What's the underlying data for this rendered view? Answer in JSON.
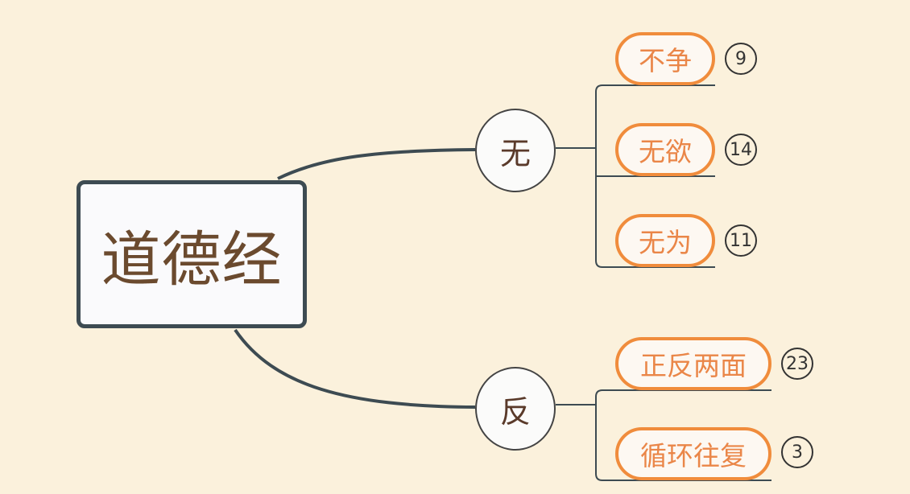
{
  "root": {
    "label": "道德经"
  },
  "branches": [
    {
      "label": "无",
      "children": [
        {
          "label": "不争",
          "badge": "9"
        },
        {
          "label": "无欲",
          "badge": "14"
        },
        {
          "label": "无为",
          "badge": "11"
        }
      ]
    },
    {
      "label": "反",
      "children": [
        {
          "label": "正反两面",
          "badge": "23"
        },
        {
          "label": "循环往复",
          "badge": "3"
        }
      ]
    }
  ],
  "colors": {
    "background": "#fbf1dc",
    "connector": "#3d4b52",
    "leaf_border": "#f08c3c",
    "leaf_text": "#ea8648",
    "root_text": "#6b4a2e"
  }
}
